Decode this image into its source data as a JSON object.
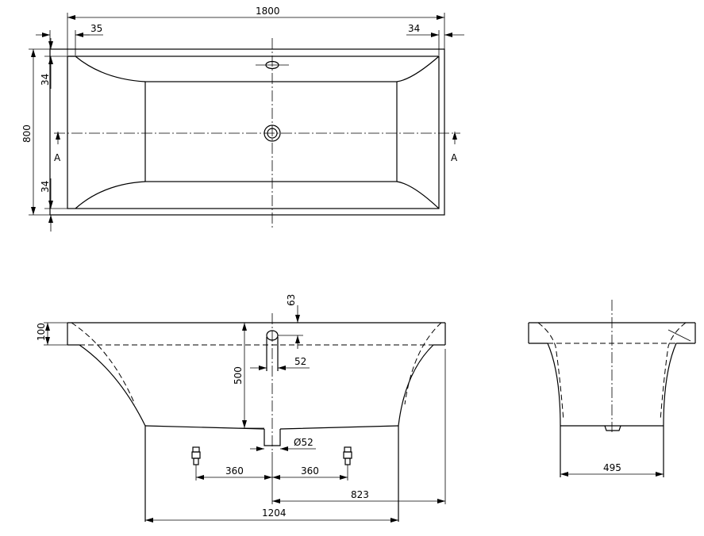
{
  "top_view": {
    "dims": {
      "length": "1800",
      "width": "800",
      "rim_left": "35",
      "rim_right": "34",
      "rim_top": "34",
      "rim_bottom": "34"
    },
    "section_marker": "A"
  },
  "front_view": {
    "dims": {
      "rim_height": "100",
      "overflow_height": "63",
      "overflow_diameter": "52",
      "depth": "500",
      "drain_diameter": "Ø52",
      "foot_left": "360",
      "foot_right": "360",
      "drain_to_end": "823",
      "bottom_length": "1204"
    }
  },
  "side_view": {
    "dims": {
      "bottom_width": "495"
    }
  }
}
